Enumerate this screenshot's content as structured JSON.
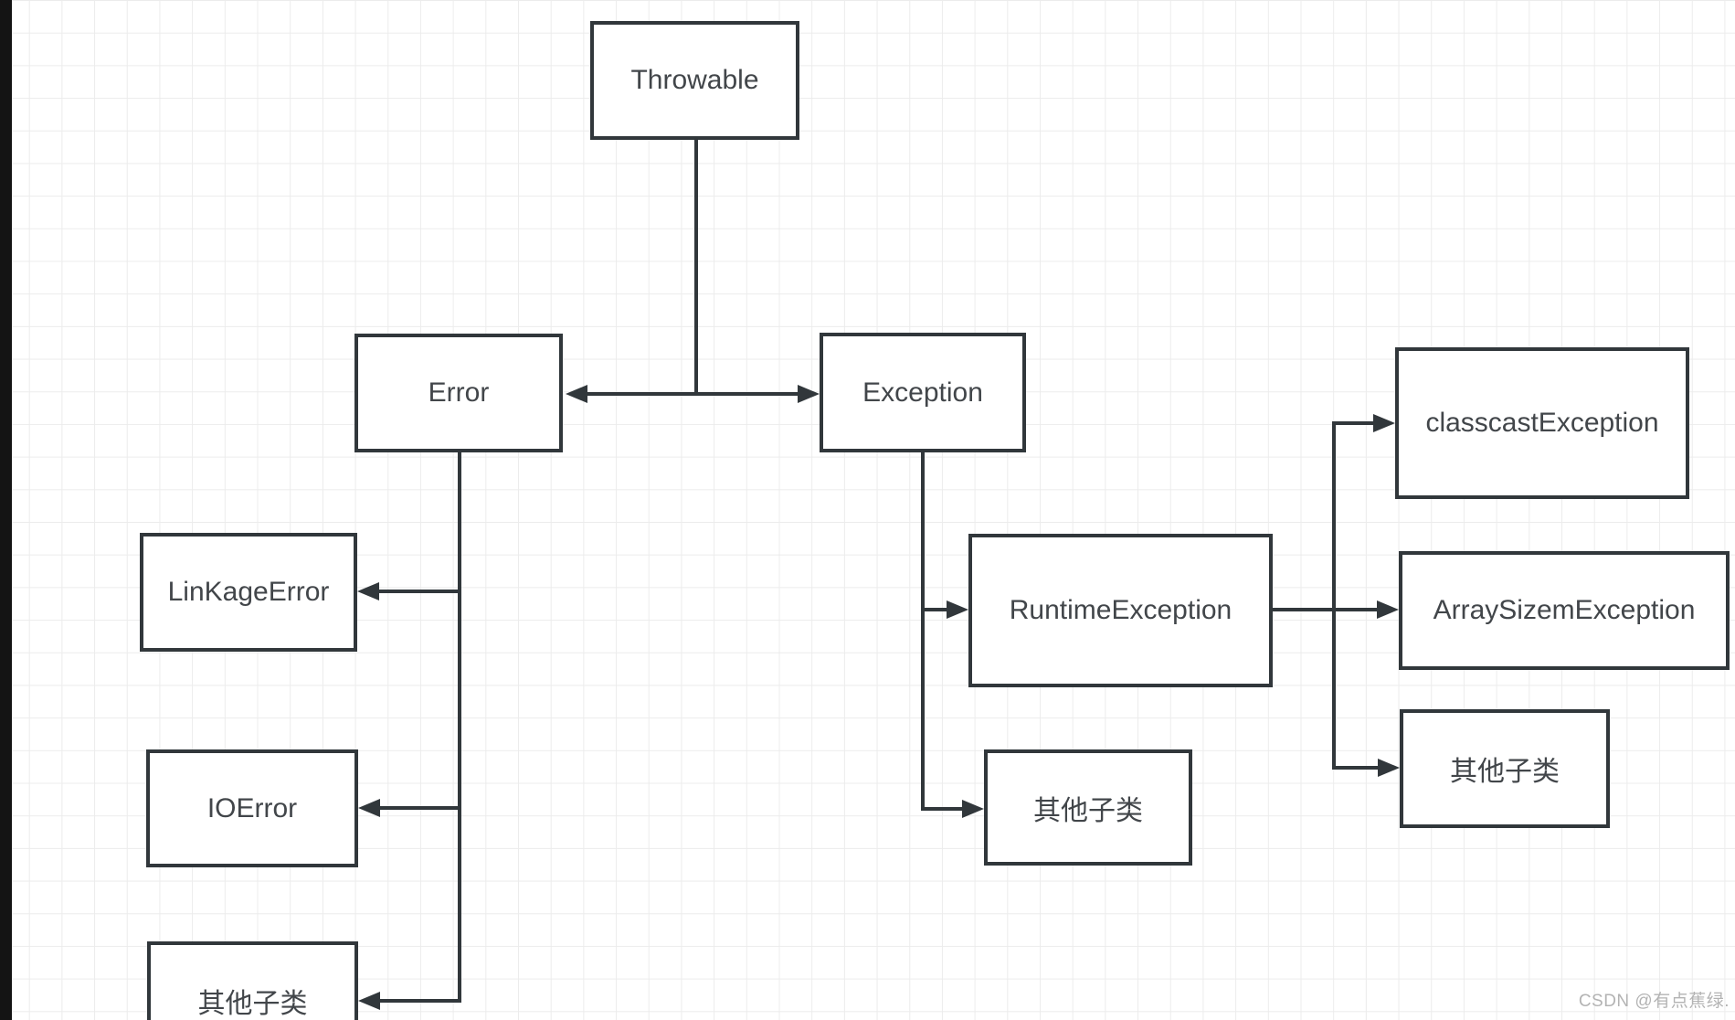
{
  "canvas": {
    "watermark": "CSDN @有点蕉绿.",
    "colors": {
      "line": "#31373b",
      "node_border": "#31373b",
      "node_fill": "#ffffff",
      "node_text": "#42464a",
      "grid": "#ececec",
      "watermark": "#b3b3b3",
      "left_bar": "#141414"
    }
  },
  "nodes": [
    {
      "id": "throwable",
      "label": "Throwable"
    },
    {
      "id": "error",
      "label": "Error"
    },
    {
      "id": "exception",
      "label": "Exception"
    },
    {
      "id": "linkage_error",
      "label": "LinKageError"
    },
    {
      "id": "io_error",
      "label": "IOError"
    },
    {
      "id": "error_other",
      "label": "其他子类"
    },
    {
      "id": "runtime_exception",
      "label": "RuntimeException"
    },
    {
      "id": "classcast_exception",
      "label": "classcastException"
    },
    {
      "id": "arraysizem_exception",
      "label": "ArraySizemException"
    },
    {
      "id": "runtime_other",
      "label": "其他子类"
    },
    {
      "id": "exception_other",
      "label": "其他子类"
    }
  ],
  "edges": [
    {
      "from": "throwable",
      "to": "error"
    },
    {
      "from": "throwable",
      "to": "exception"
    },
    {
      "from": "error",
      "to": "linkage_error"
    },
    {
      "from": "error",
      "to": "io_error"
    },
    {
      "from": "error",
      "to": "error_other"
    },
    {
      "from": "exception",
      "to": "runtime_exception"
    },
    {
      "from": "exception",
      "to": "exception_other"
    },
    {
      "from": "runtime_exception",
      "to": "classcast_exception"
    },
    {
      "from": "runtime_exception",
      "to": "arraysizem_exception"
    },
    {
      "from": "runtime_exception",
      "to": "runtime_other"
    }
  ]
}
